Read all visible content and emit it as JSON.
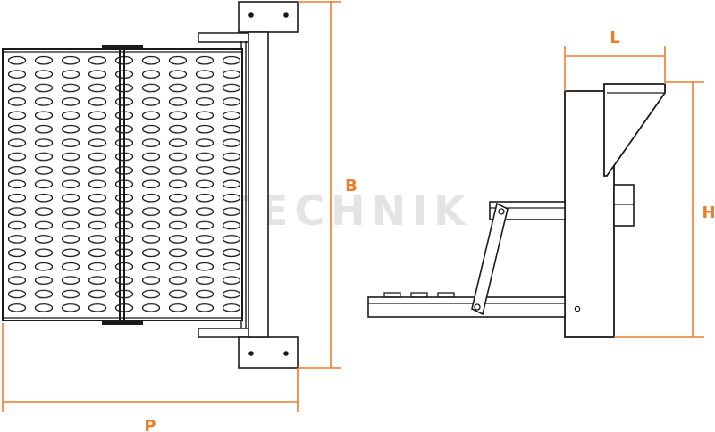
{
  "colors": {
    "dimension": "#ee7d2a",
    "line": "#1a1a1a",
    "watermark": "#e4e4e4",
    "watermark_accent": "#f5d9d9"
  },
  "watermark": {
    "text": "ELV. TECHNIK"
  },
  "dimensions": {
    "width_label": "P",
    "height_label": "B",
    "depth_label": "L",
    "side_height_label": "H"
  }
}
